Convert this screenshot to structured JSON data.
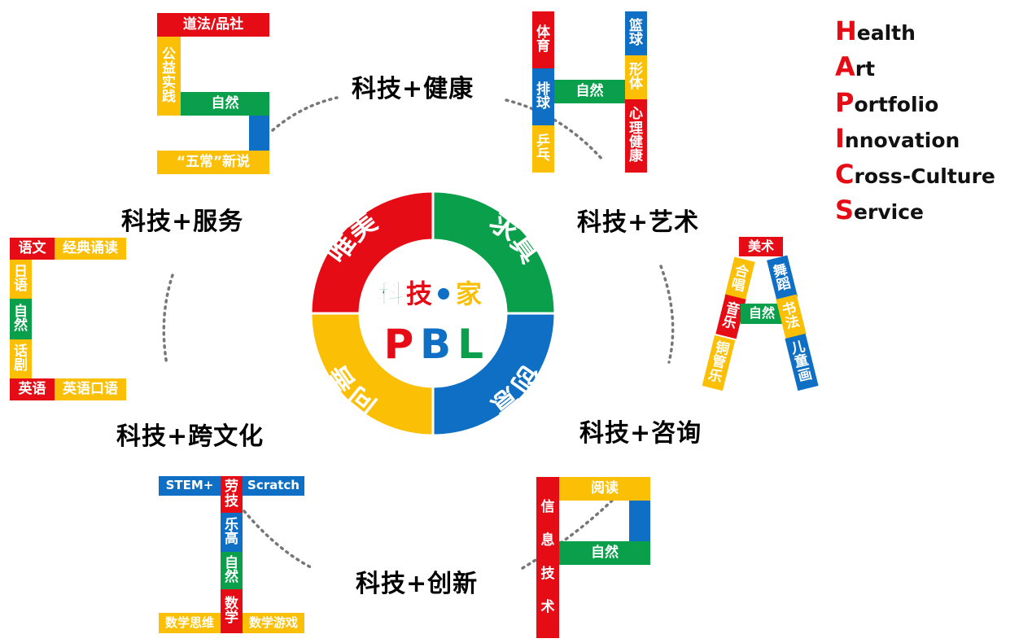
{
  "center": {
    "ring_segments": [
      {
        "label": "唯美",
        "color": "#e50c16"
      },
      {
        "label": "求真",
        "color": "#0aa04b"
      },
      {
        "label": "创意",
        "color": "#0e6fc4"
      },
      {
        "label": "向善",
        "color": "#fbbf05"
      }
    ],
    "brand_part1": "科",
    "brand_part2": "技",
    "brand_part3": "家",
    "pbl_letters": [
      "P",
      "B",
      "L"
    ]
  },
  "sections": {
    "health": "科技+健康",
    "art": "科技+艺术",
    "portfolio": "科技+咨询",
    "innovation": "科技+创新",
    "culture": "科技+跨文化",
    "service": "科技+服务"
  },
  "letter_s": {
    "top": "道法/品社",
    "left": "公益实践",
    "middle": "自然",
    "bottom": "“五常”新说"
  },
  "letter_h": {
    "left_top": "体育",
    "left_mid": "排球",
    "left_bottom": "乒乓",
    "bar": "自然",
    "right_1": "篮球",
    "right_2": "形体",
    "right_3": "心理健康"
  },
  "letter_a": {
    "top": "美术",
    "left_1": "合唱",
    "left_2": "音乐",
    "left_3": "铜管乐",
    "bar": "自然",
    "right_1": "舞蹈",
    "right_2": "书法",
    "right_3": "儿童画"
  },
  "letter_c": {
    "top_left": "语文",
    "top_right": "经典诵读",
    "v_1": "日语",
    "v_2": "自然",
    "v_3": "话剧",
    "bottom_left": "英语",
    "bottom_right": "英语口语"
  },
  "letter_i": {
    "top_left": "STEM+",
    "top_mid": "劳技",
    "top_right": "Scratch",
    "v_1": "乐高",
    "v_2": "自然",
    "v_3": "数学",
    "bottom_left": "数学思维",
    "bottom_right": "数学游戏"
  },
  "letter_p": {
    "stem": "信息技术",
    "top": "阅读",
    "bar": "自然"
  },
  "legend": [
    {
      "cap": "H",
      "rest": "ealth"
    },
    {
      "cap": "A",
      "rest": "rt"
    },
    {
      "cap": "P",
      "rest": "ortfolio"
    },
    {
      "cap": "I",
      "rest": "nnovation"
    },
    {
      "cap": "C",
      "rest": "ross-Culture"
    },
    {
      "cap": "S",
      "rest": "ervice"
    }
  ],
  "colors": {
    "red": "#e50c16",
    "yellow": "#fbbf05",
    "green": "#0aa04b",
    "blue": "#0e6fc4"
  }
}
